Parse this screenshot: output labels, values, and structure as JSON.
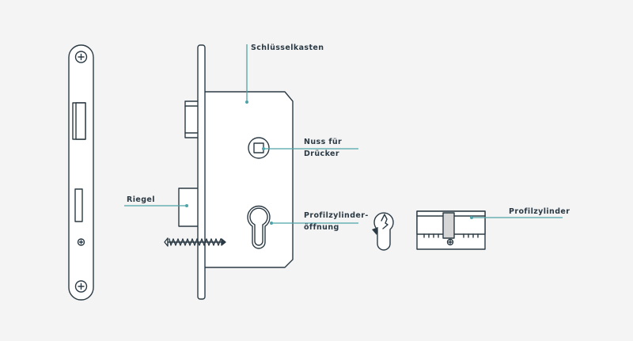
{
  "labels": {
    "schluesselkasten": "Schlüsselkasten",
    "nuss_line1": "Nuss für",
    "nuss_line2": "Drücker",
    "riegel": "Riegel",
    "profilzylinderoeffnung_line1": "Profilzylinder-",
    "profilzylinderoeffnung_line2": "öffnung",
    "profilzylinder": "Profilzylinder"
  },
  "colors": {
    "background": "#f4f4f4",
    "stroke": "#2b3a44",
    "fill": "#ffffff",
    "leader": "#4fa3a8",
    "text": "#2b3a44"
  }
}
